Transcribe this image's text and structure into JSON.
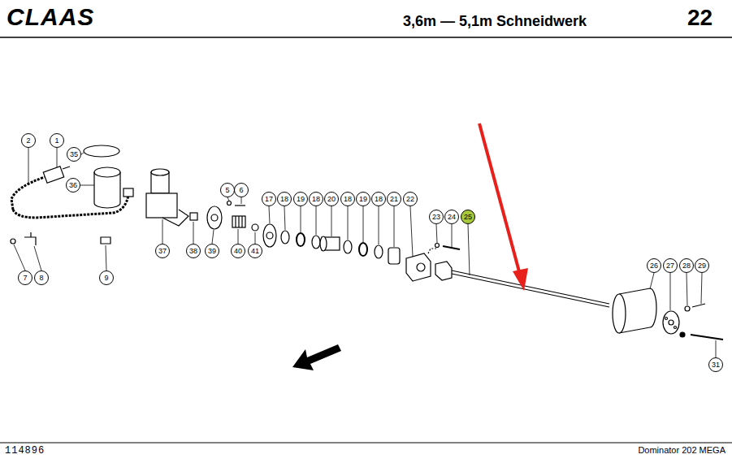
{
  "diagram": {
    "title": "3,6m — 5,1m Schneidwerk",
    "nodes": [
      {
        "text": [
          "2"
        ]
      },
      {
        "text": [
          "1"
        ]
      },
      {
        "text": [
          "35"
        ]
      },
      {
        "text": [
          "36"
        ]
      },
      {
        "text": [
          "5"
        ]
      },
      {
        "text": [
          "6"
        ]
      },
      {
        "text": [
          "17"
        ]
      },
      {
        "text": [
          "18"
        ]
      },
      {
        "text": [
          "19"
        ]
      },
      {
        "text": [
          "18"
        ]
      },
      {
        "text": [
          "20"
        ]
      },
      {
        "text": [
          "18"
        ]
      },
      {
        "text": [
          "19"
        ]
      },
      {
        "text": [
          "18"
        ]
      },
      {
        "text": [
          "21"
        ]
      },
      {
        "text": [
          "22"
        ]
      },
      {
        "text": [
          "23"
        ]
      },
      {
        "text": [
          "24"
        ]
      },
      {
        "text": [
          "25"
        ]
      },
      {
        "text": [
          "37"
        ]
      },
      {
        "text": [
          "38"
        ]
      },
      {
        "text": [
          "39"
        ]
      },
      {
        "text": [
          "40"
        ]
      },
      {
        "text": [
          "41"
        ]
      },
      {
        "text": [
          "26"
        ]
      },
      {
        "text": [
          "27"
        ]
      },
      {
        "text": [
          "28"
        ]
      },
      {
        "text": [
          "29"
        ]
      },
      {
        "text": [
          "7"
        ]
      },
      {
        "text": [
          "8"
        ]
      },
      {
        "text": [
          "9"
        ]
      },
      {
        "text": [
          "31"
        ]
      }
    ],
    "labels": [
      "CLAAS",
      "22",
      "114896",
      "Dominator 202 MEGA"
    ]
  }
}
